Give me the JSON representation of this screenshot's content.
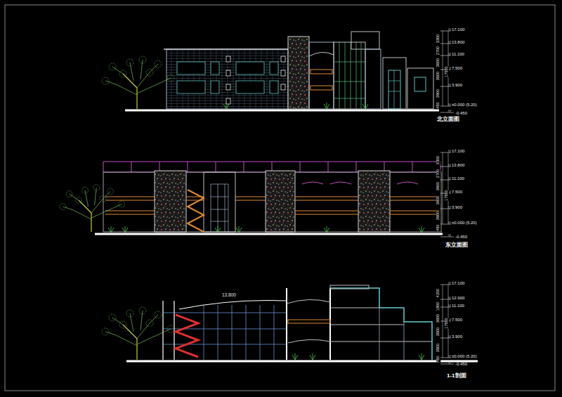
{
  "diagram": {
    "labels": [
      "17.100",
      "13.800",
      "11.100",
      "7.500",
      "3.900",
      "±0.000 (5.20)",
      "-0.450",
      "3300",
      "2700",
      "3600",
      "3600",
      "3900",
      "450",
      "17550",
      "北立面图",
      "17.100",
      "13.800",
      "11.100",
      "7.500",
      "3.900",
      "±0.000 (5.20)",
      "-0.450",
      "3300",
      "2700",
      "3600",
      "3600",
      "3900",
      "450",
      "17550",
      "东立面图",
      "17.100",
      "12.900",
      "11.100",
      "7.500",
      "3.900",
      "±0.000 (5.20)",
      "-0.450",
      "4200",
      "1800",
      "3600",
      "3600",
      "3900",
      "450",
      "17550",
      "1-1剖面",
      "13.800"
    ]
  }
}
